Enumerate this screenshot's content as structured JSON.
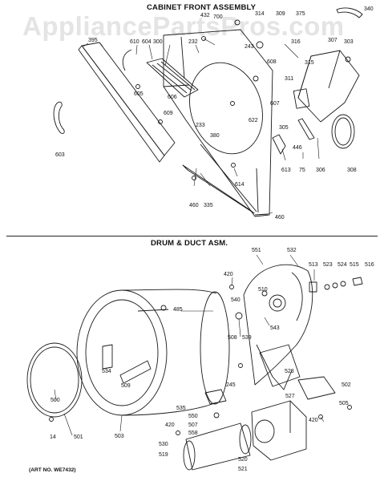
{
  "watermark": "AppliancePartsPros.com",
  "sections": {
    "cabinet_title": "CABINET FRONT ASSEMBLY",
    "drum_title": "DRUM & DUCT ASM."
  },
  "art_no": "(ART NO. WE7432)",
  "labels": [
    "432",
    "700",
    "314",
    "309",
    "375",
    "340",
    "243",
    "395",
    "610",
    "604",
    "300",
    "232",
    "316",
    "307",
    "303",
    "608",
    "315",
    "311",
    "605",
    "606",
    "609",
    "607",
    "622",
    "233",
    "380",
    "305",
    "446",
    "613",
    "75",
    "306",
    "308",
    "603",
    "614",
    "460",
    "335",
    "460",
    "551",
    "532",
    "513",
    "523",
    "524",
    "515",
    "516",
    "420",
    "510",
    "540",
    "485",
    "508",
    "539",
    "543",
    "534",
    "509",
    "528",
    "502",
    "245",
    "527",
    "505",
    "500",
    "501",
    "14",
    "503",
    "420",
    "535",
    "550",
    "507",
    "558",
    "530",
    "519",
    "520",
    "521",
    "420"
  ],
  "colors": {
    "line": "#1a1a1a",
    "watermark": "#e4e4e4",
    "background": "#ffffff"
  }
}
